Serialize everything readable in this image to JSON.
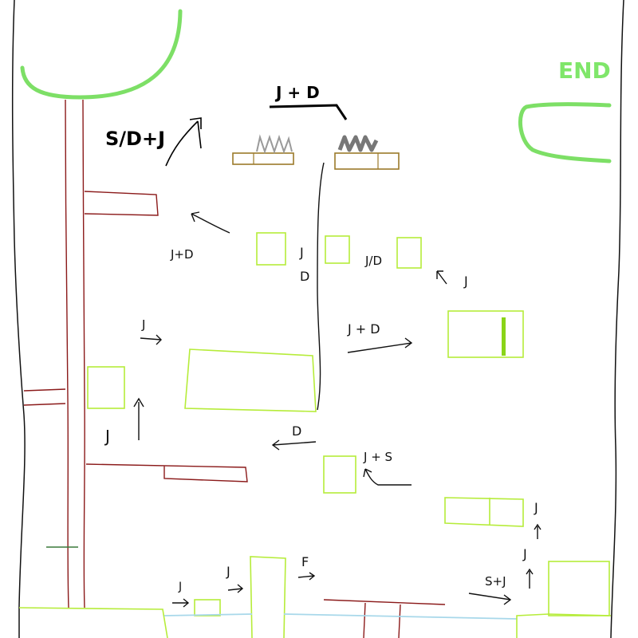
{
  "colors": {
    "wall": "#111111",
    "ladder": "#8b1a1a",
    "platform": "#b6ec3a",
    "foliage": "#7ddf66",
    "bridge": "#9b7a2a",
    "spike_gray": "#9a9a9a",
    "spike_dark": "#777777",
    "water": "#a8d8ea",
    "arrow": "#111111"
  },
  "labels": {
    "end": "END",
    "top_jump": "J + D",
    "spring_combo": "S/D+J",
    "upper_left": "J+D",
    "center_jd_j": "J",
    "center_jd_d": "D",
    "right_jd": "J/D",
    "right_j": "J",
    "mid_left_j": "J",
    "mid_right_jd": "J + D",
    "lower_j": "J",
    "lower_d": "D",
    "lower_js": "J + S",
    "right_col_j1": "J",
    "right_col_j2": "J",
    "bottom_j1": "J",
    "bottom_j2": "J",
    "bottom_f": "F",
    "bottom_sj": "S+J"
  }
}
